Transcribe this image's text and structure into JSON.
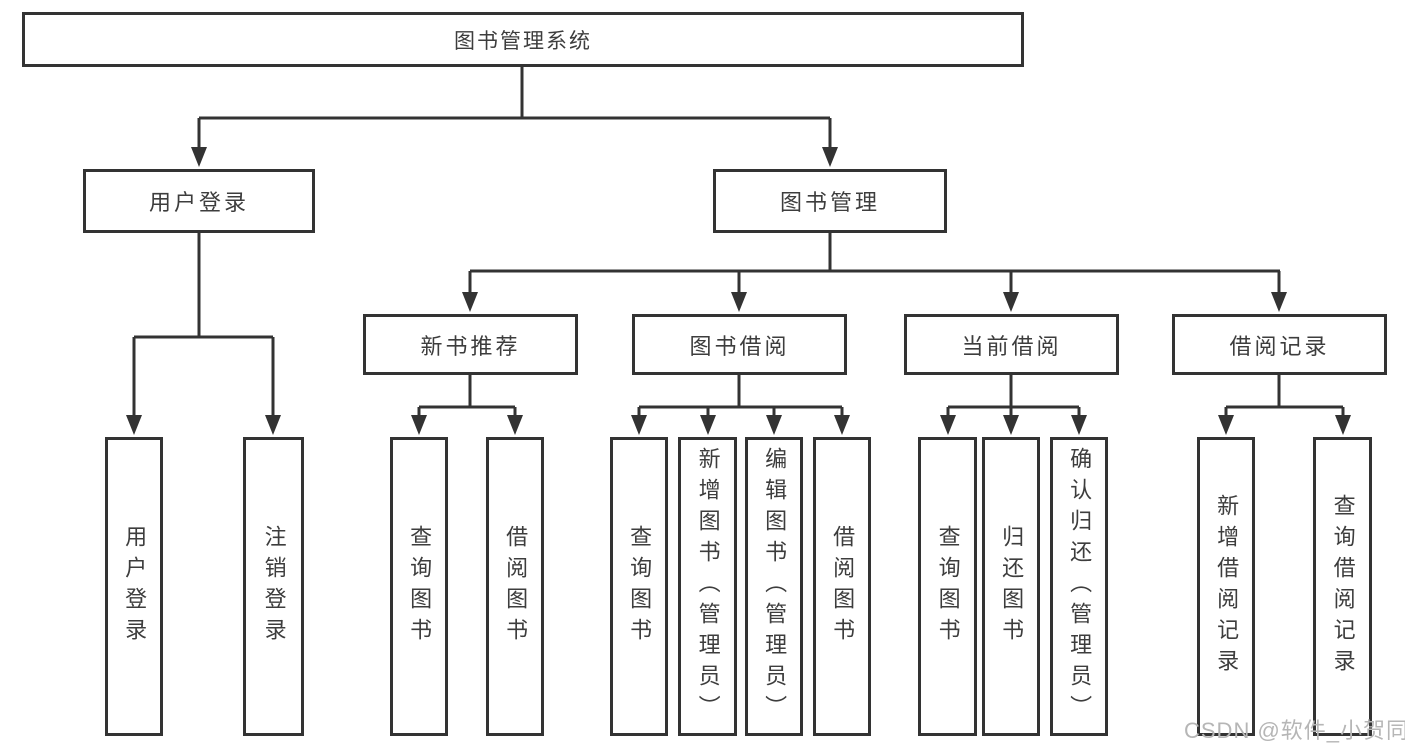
{
  "tree": {
    "root": "图书管理系统",
    "branches": [
      {
        "label": "用户登录",
        "children": [
          "用户登录",
          "注销登录"
        ]
      },
      {
        "label": "图书管理",
        "sections": [
          {
            "label": "新书推荐",
            "children": [
              "查询图书",
              "借阅图书"
            ]
          },
          {
            "label": "图书借阅",
            "children": [
              "查询图书",
              "新增图书（管理员）",
              "编辑图书（管理员）",
              "借阅图书"
            ]
          },
          {
            "label": "当前借阅",
            "children": [
              "查询图书",
              "归还图书",
              "确认归还（管理员）"
            ]
          },
          {
            "label": "借阅记录",
            "children": [
              "新增借阅记录",
              "查询借阅记录"
            ]
          }
        ]
      }
    ]
  },
  "watermark": {
    "text": "CSDN @软件_小贺同学"
  },
  "colors": {
    "line": "#333333",
    "text": "#3d3d3d",
    "watermark": "#b6b6b6",
    "background": "#ffffff"
  }
}
